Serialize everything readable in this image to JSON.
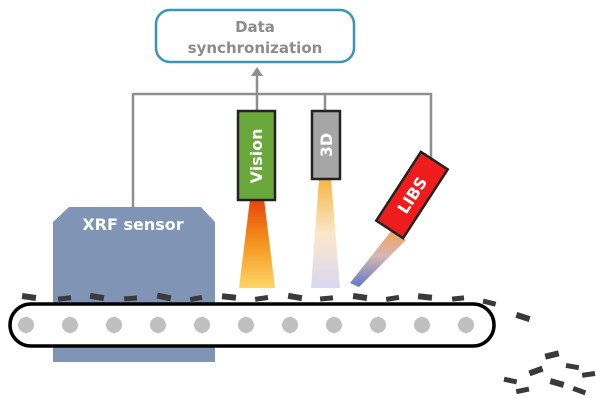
{
  "sync_box": {
    "line1": "Data",
    "line2": "synchronization"
  },
  "xrf": {
    "label": "XRF sensor"
  },
  "sensors": {
    "vision": "Vision",
    "three_d": "3D",
    "libs": "LIBS"
  },
  "colors": {
    "sync_border": "#3a94b8",
    "wire": "#8e8e8e",
    "xrf_fill": "#8095b5",
    "vision_fill": "#6aa83c",
    "three_d_fill": "#a6a6a6",
    "libs_fill": "#ee1c1c",
    "belt": "#000000",
    "roller": "#bfbfbf",
    "fragment": "#3a3a3a"
  }
}
